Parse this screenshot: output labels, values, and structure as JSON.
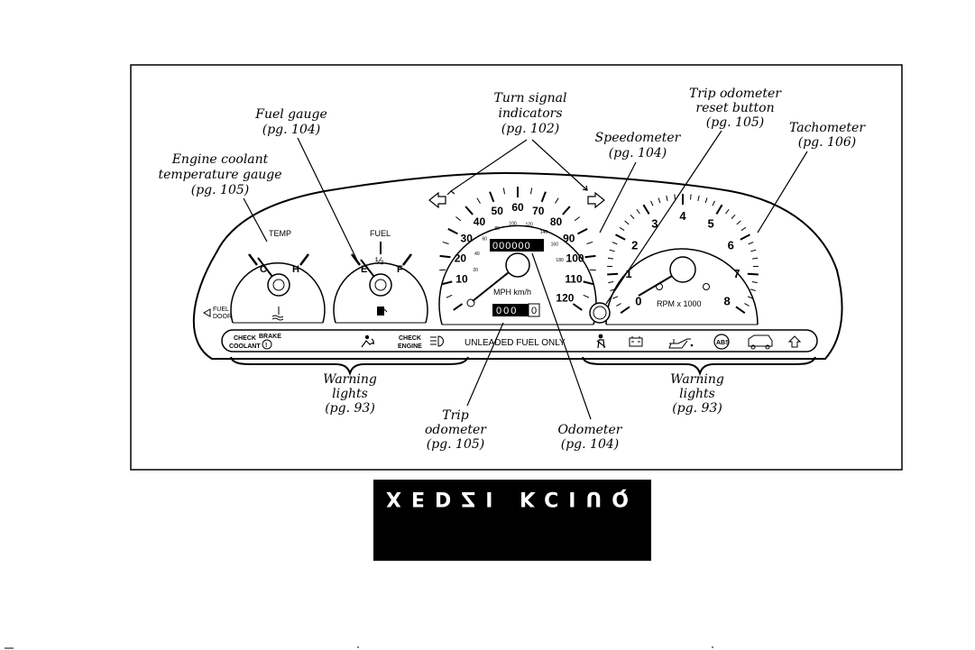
{
  "callouts": {
    "fuel_gauge": [
      "Fuel gauge",
      "(pg. 104)"
    ],
    "coolant_gauge": [
      "Engine coolant",
      "temperature gauge",
      "(pg. 105)"
    ],
    "turn_signal": [
      "Turn signal",
      "indicators",
      "(pg. 102)"
    ],
    "speedometer": [
      "Speedometer",
      "(pg. 104)"
    ],
    "trip_reset": [
      "Trip odometer",
      "reset button",
      "(pg. 105)"
    ],
    "tachometer": [
      "Tachometer",
      "(pg. 106)"
    ],
    "warning_left": [
      "Warning",
      "lights",
      "(pg. 93)"
    ],
    "trip_odometer": [
      "Trip",
      "odometer",
      "(pg. 105)"
    ],
    "odometer": [
      "Odometer",
      "(pg. 104)"
    ],
    "warning_right": [
      "Warning",
      "lights",
      "(pg. 93)"
    ]
  },
  "panel": {
    "temp_label": "TEMP",
    "temp_cold": "C",
    "temp_hot": "H",
    "fuel_label": "FUEL",
    "fuel_empty": "E",
    "fuel_half": "½",
    "fuel_full": "F",
    "fuel_door": [
      "FUEL",
      "DOOR"
    ],
    "speedo_mph": [
      "10",
      "20",
      "30",
      "40",
      "50",
      "60",
      "70",
      "80",
      "90",
      "100",
      "110",
      "120"
    ],
    "speedo_kmh": [
      "20",
      "40",
      "60",
      "80",
      "100",
      "120",
      "140",
      "160",
      "180"
    ],
    "speed_units": "MPH km/h",
    "odometer_digits": "000000",
    "trip_digits": "000",
    "trip_last": "0",
    "tach_numbers": [
      "0",
      "1",
      "2",
      "3",
      "4",
      "5",
      "6",
      "7",
      "8"
    ],
    "tach_units": "RPM x 1000",
    "check_coolant": [
      "CHECK",
      "COOLANT"
    ],
    "brake": "BRAKE",
    "check_engine": [
      "CHECK",
      "ENGINE"
    ],
    "unleaded": "UNLEADED FUEL ONLY",
    "abs": "ABS"
  },
  "quick_index": "XEDZI KCIUQ"
}
